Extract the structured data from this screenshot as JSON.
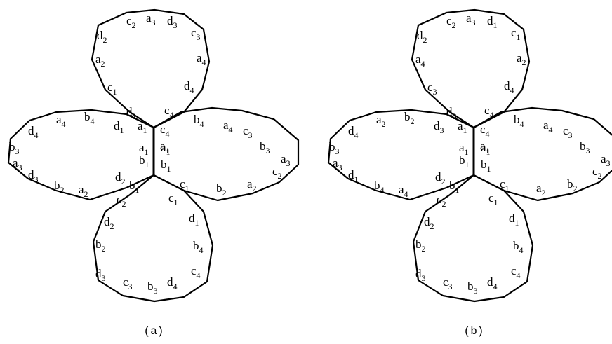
{
  "figures": [
    {
      "caption": "(a)",
      "loops": {
        "top": [
          "d2",
          "c2",
          "a3",
          "d3",
          "c3",
          "a4",
          "d4",
          "c4",
          "d1",
          "c1",
          "a2"
        ],
        "left": [
          "d4",
          "a4",
          "b4",
          "d1",
          "a1",
          "b3",
          "a3",
          "d3",
          "b2",
          "a2",
          "d2"
        ],
        "right": [
          "c4",
          "b4",
          "a4",
          "c3",
          "b3",
          "a3",
          "c2",
          "a2",
          "b2",
          "c1",
          "a1"
        ],
        "bottom": [
          "d2",
          "c2",
          "b2",
          "d3",
          "c3",
          "b3",
          "d4",
          "c4",
          "b4",
          "d1",
          "c1"
        ],
        "center": [
          "a1",
          "a1",
          "b1",
          "b1",
          "b1"
        ]
      }
    },
    {
      "caption": "(b)",
      "loops": {
        "top": [
          "d2",
          "c2",
          "a3",
          "d1",
          "c1",
          "a2",
          "d4",
          "c4",
          "d3",
          "c3",
          "a4"
        ],
        "left": [
          "d4",
          "a2",
          "b2",
          "d3",
          "a1",
          "b3",
          "a3",
          "d1",
          "b4",
          "a4",
          "d2"
        ],
        "right": [
          "c4",
          "b4",
          "a4",
          "c3",
          "b3",
          "a3",
          "c2",
          "b2",
          "a2",
          "c1",
          "a1"
        ],
        "bottom": [
          "d2",
          "c2",
          "b2",
          "d3",
          "c3",
          "b3",
          "d4",
          "c4",
          "b4",
          "d1",
          "c1"
        ],
        "center": [
          "a1",
          "a1",
          "b1",
          "b1",
          "b1"
        ]
      }
    }
  ]
}
